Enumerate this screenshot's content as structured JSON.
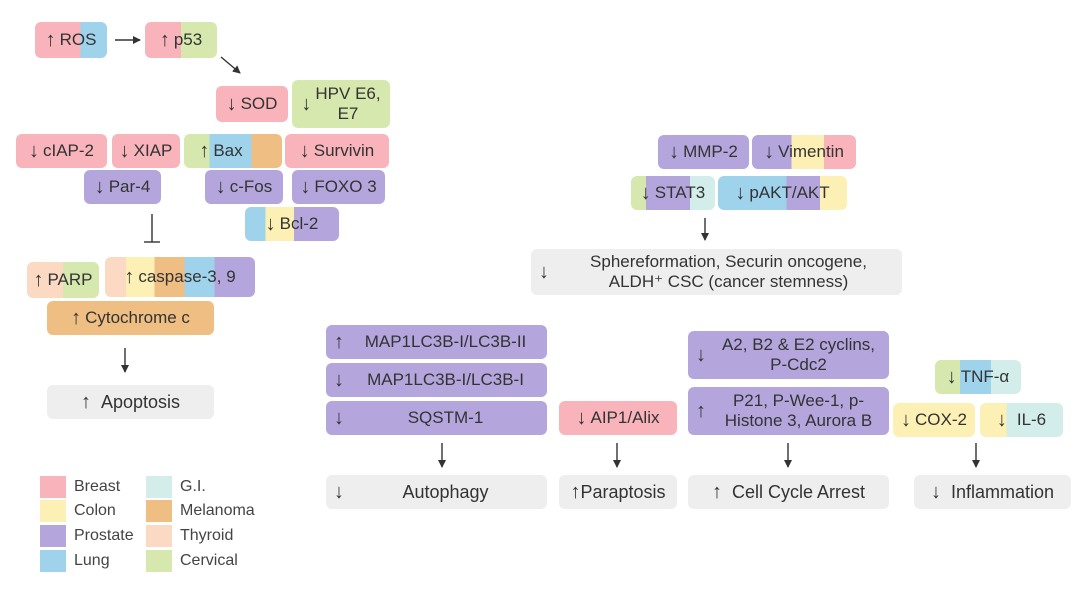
{
  "colors": {
    "breast": "#f8b4ba",
    "colon": "#fdf0b4",
    "prostate": "#b4a6dd",
    "lung": "#9fd3ec",
    "gi": "#d3eeea",
    "melanoma": "#efbe83",
    "thyroid": "#fbd9c3",
    "cervical": "#d6e8ad",
    "outcome": "#eeeeee"
  },
  "symbols": {
    "up": "↑",
    "down": "↓"
  },
  "nodes": {
    "ros": "ROS",
    "p53": "p53",
    "sod": "SOD",
    "hpv": "HPV E6,\nE7",
    "ciap2": "cIAP-2",
    "xiap": "XIAP",
    "bax": "Bax",
    "survivin": "Survivin",
    "par4": "Par-4",
    "cfos": "c-Fos",
    "foxo3": "FOXO 3",
    "bcl2": "Bcl-2",
    "parp": "PARP",
    "caspase": "caspase-3, 9",
    "cytochrome": "Cytochrome c",
    "apoptosis": "Apoptosis",
    "mmp2": "MMP-2",
    "vimentin": "Vimentin",
    "stat3": "STAT3",
    "pakt": "pAKT/AKT",
    "sphere": "Sphereformation, Securin oncogene,\nALDH⁺ CSC (cancer stemness)",
    "lc3_up": "MAP1LC3B-I/LC3B-II",
    "lc3_down": "MAP1LC3B-I/LC3B-I",
    "sqstm": "SQSTM-1",
    "autophagy": "Autophagy",
    "aip1": "AIP1/Alix",
    "paraptosis": "Paraptosis",
    "cyclins": "A2, B2 & E2 cyclins,\nP-Cdc2",
    "p21": "P21, P-Wee-1, p-\nHistone 3, Aurora B",
    "cellcycle": "Cell Cycle Arrest",
    "tnf": "TNF-α",
    "cox2": "COX-2",
    "il6": "IL-6",
    "inflammation": "Inflammation"
  },
  "legend": [
    {
      "label": "Breast",
      "color": "#f8b4ba"
    },
    {
      "label": "Colon",
      "color": "#fdf0b4"
    },
    {
      "label": "Prostate",
      "color": "#b4a6dd"
    },
    {
      "label": "Lung",
      "color": "#9fd3ec"
    },
    {
      "label": "G.I.",
      "color": "#d3eeea"
    },
    {
      "label": "Melanoma",
      "color": "#efbe83"
    },
    {
      "label": "Thyroid",
      "color": "#fbd9c3"
    },
    {
      "label": "Cervical",
      "color": "#d6e8ad"
    }
  ]
}
